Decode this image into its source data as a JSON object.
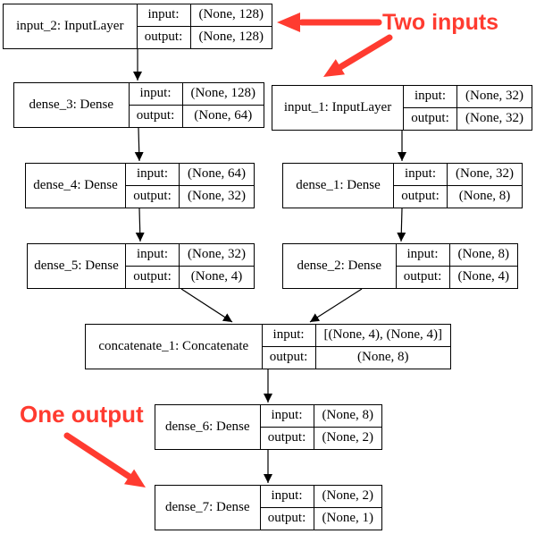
{
  "io": {
    "input_label": "input:",
    "output_label": "output:"
  },
  "nodes": {
    "input_2": {
      "name": "input_2: InputLayer",
      "input": "(None, 128)",
      "output": "(None, 128)"
    },
    "dense_3": {
      "name": "dense_3: Dense",
      "input": "(None, 128)",
      "output": "(None, 64)"
    },
    "input_1": {
      "name": "input_1: InputLayer",
      "input": "(None, 32)",
      "output": "(None, 32)"
    },
    "dense_4": {
      "name": "dense_4: Dense",
      "input": "(None, 64)",
      "output": "(None, 32)"
    },
    "dense_1": {
      "name": "dense_1: Dense",
      "input": "(None, 32)",
      "output": "(None, 8)"
    },
    "dense_5": {
      "name": "dense_5: Dense",
      "input": "(None, 32)",
      "output": "(None, 4)"
    },
    "dense_2": {
      "name": "dense_2: Dense",
      "input": "(None, 8)",
      "output": "(None, 4)"
    },
    "concatenate_1": {
      "name": "concatenate_1: Concatenate",
      "input": "[(None, 4), (None, 4)]",
      "output": "(None, 8)"
    },
    "dense_6": {
      "name": "dense_6: Dense",
      "input": "(None, 8)",
      "output": "(None, 2)"
    },
    "dense_7": {
      "name": "dense_7: Dense",
      "input": "(None, 2)",
      "output": "(None, 1)"
    }
  },
  "annotations": {
    "two_inputs": "Two inputs",
    "one_output": "One output",
    "accent_color": "#ff3b30",
    "edge_color": "#000000"
  }
}
